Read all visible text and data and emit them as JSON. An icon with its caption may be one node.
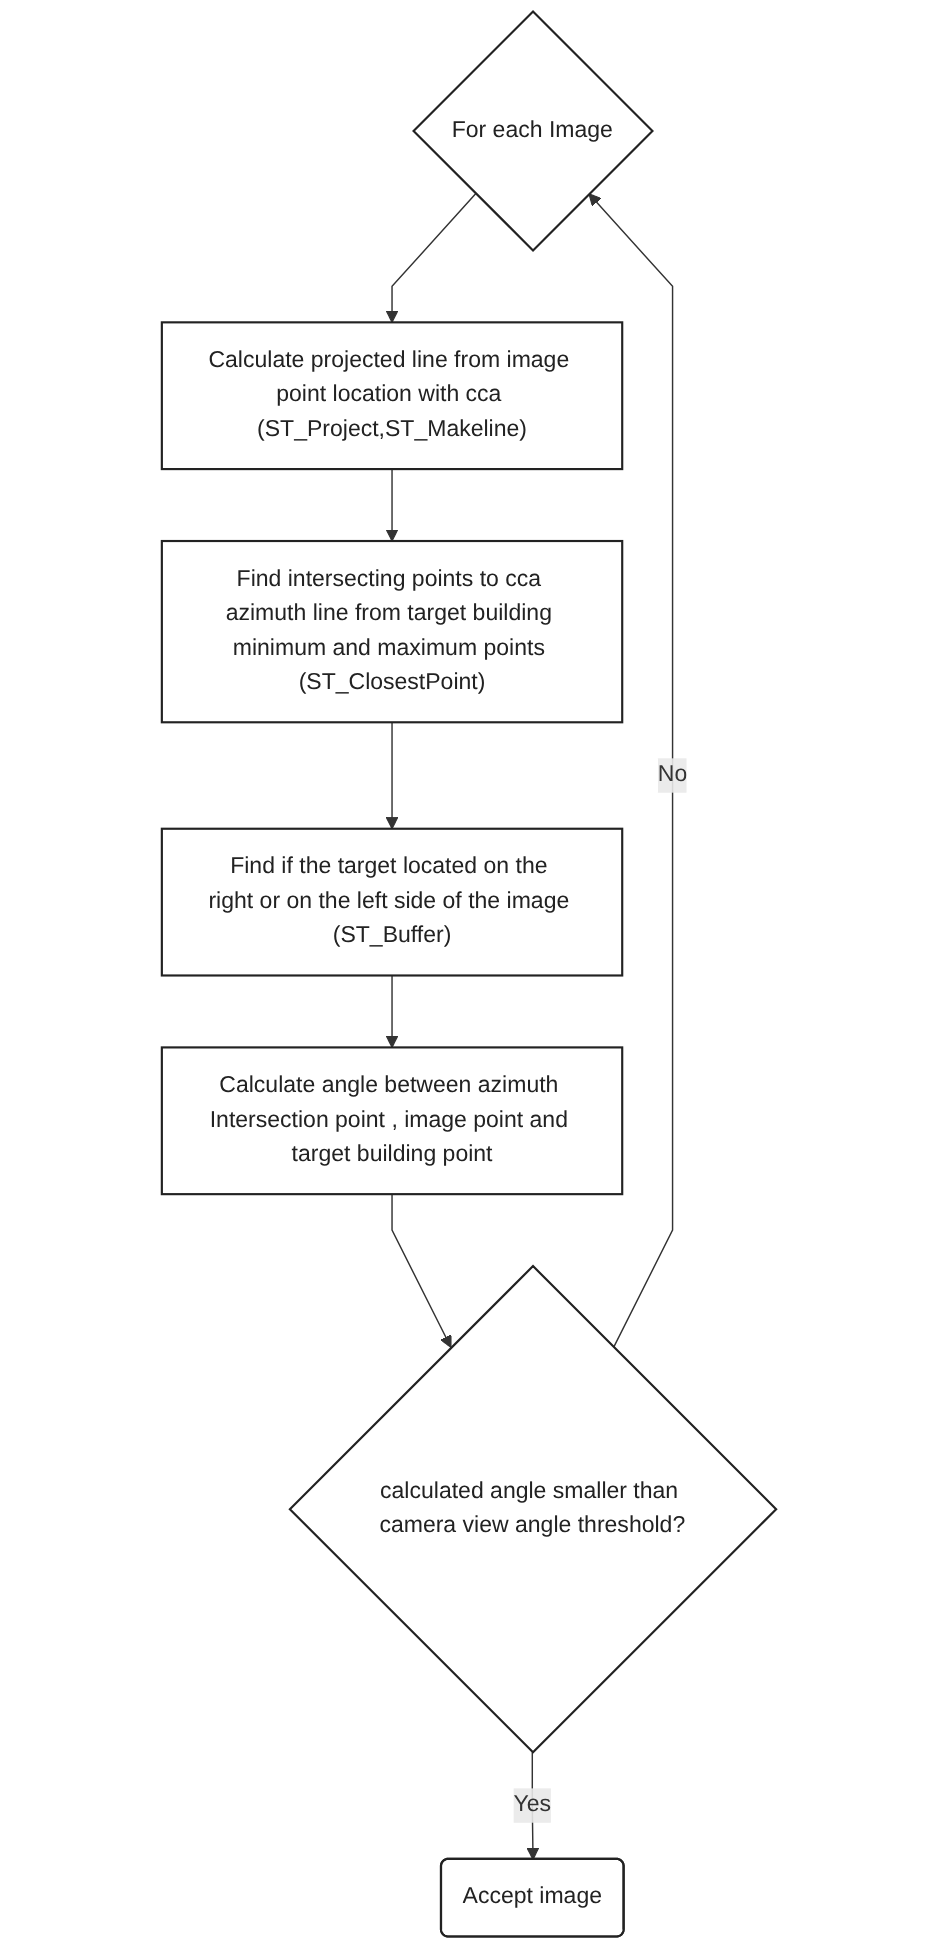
{
  "diagram": {
    "nodes": [
      {
        "text": [
          "For each Image"
        ]
      },
      {
        "text": [
          "Calculate projected line from image point location with cca (ST_Project,ST_Makeline)"
        ]
      },
      {
        "text": [
          "Find intersecting points to cca azimuth line from target building minimum and maximum points (ST_ClosestPoint)"
        ]
      },
      {
        "text": [
          "Find if the target located on the right or on the left side of the image (ST_Buffer)"
        ]
      },
      {
        "text": [
          "Calculate angle between azimuth Intersection point , image point and target building point"
        ]
      },
      {
        "text": [
          "calculated angle smaller than camera view angle threshold?"
        ]
      },
      {
        "text": [
          "Accept image"
        ]
      }
    ],
    "edges": [
      {
        "from": 0,
        "to": 1,
        "arrow": "to"
      },
      {
        "from": 1,
        "to": 2,
        "arrow": "to"
      },
      {
        "from": 2,
        "to": 3,
        "arrow": "to"
      },
      {
        "from": 3,
        "to": 4,
        "arrow": "to"
      },
      {
        "from": 4,
        "to": 5,
        "arrow": "to"
      },
      {
        "from": 5,
        "to": 6,
        "label": "Yes",
        "arrow": "to"
      },
      {
        "from": 5,
        "to": 0,
        "label": "No",
        "arrow": "to"
      }
    ]
  }
}
